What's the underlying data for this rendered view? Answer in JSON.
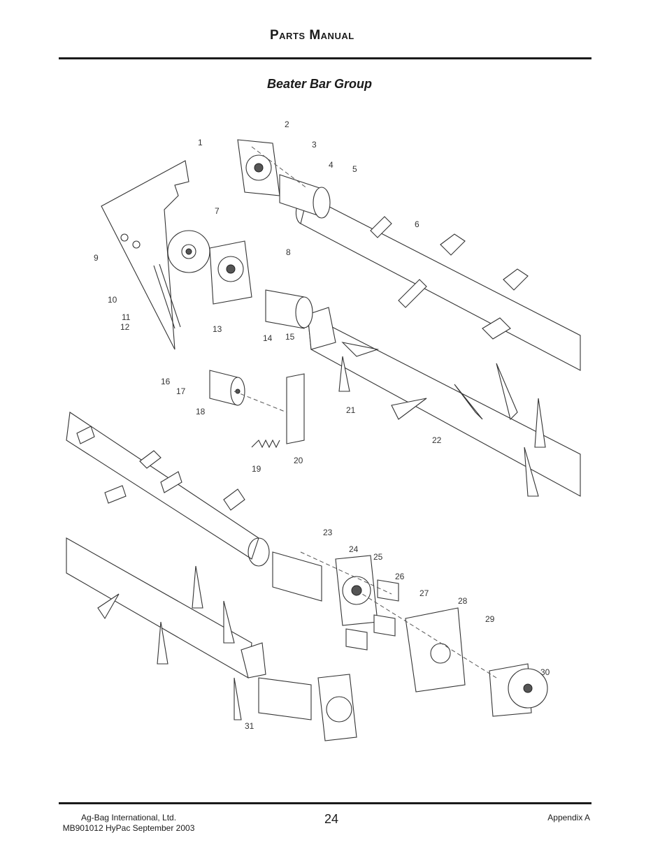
{
  "header": {
    "title": "Parts Manual"
  },
  "section": {
    "title": "Beater Bar Group"
  },
  "diagram": {
    "callouts": [
      "1",
      "2",
      "3",
      "4",
      "5",
      "6",
      "7",
      "8",
      "9",
      "10",
      "11",
      "12",
      "13",
      "14",
      "15",
      "16",
      "17",
      "18",
      "19",
      "20",
      "21",
      "22",
      "23",
      "24",
      "25",
      "26",
      "27",
      "28",
      "29",
      "30",
      "31"
    ]
  },
  "footer": {
    "company": "Ag-Bag International, Ltd.",
    "doc_ref": "MB901012 HyPac September 2003",
    "page_number": "24",
    "appendix": "Appendix A"
  }
}
